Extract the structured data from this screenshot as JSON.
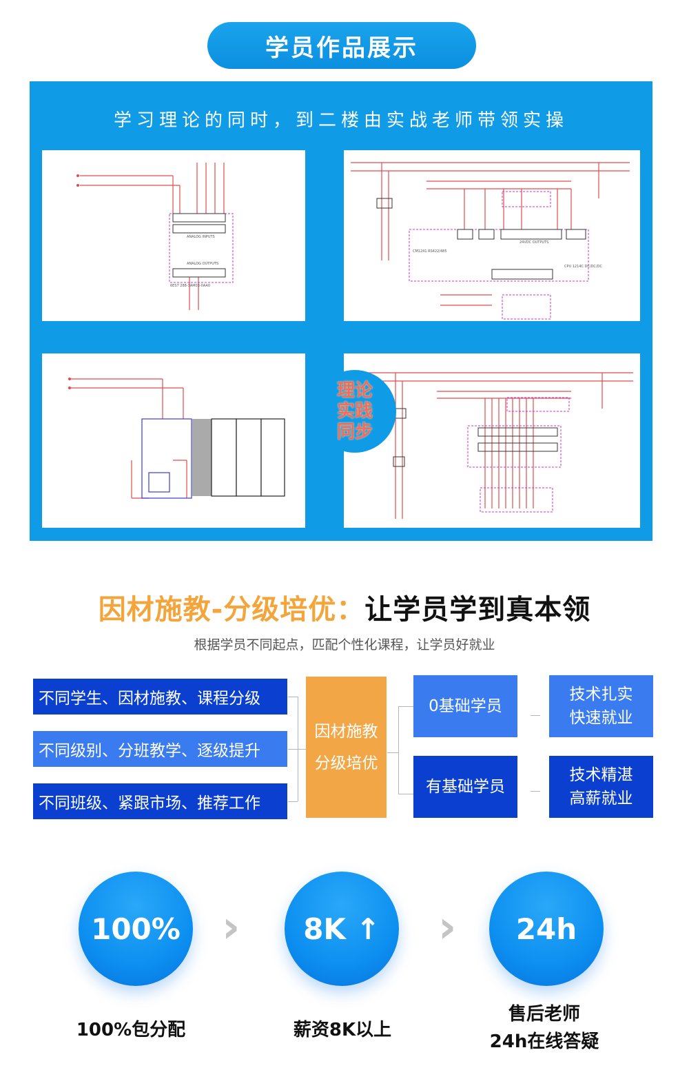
{
  "section1": {
    "title": "学员作品展示",
    "subtitle": "学习理论的同时，到二楼由实战老师带领实操",
    "badge": [
      "理论",
      "实践",
      "同步"
    ]
  },
  "section2": {
    "heading_orange": "因材施教-分级培优：",
    "heading_dark": "让学员学到真本领",
    "subtitle": "根据学员不同起点，匹配个性化课程，让学员好就业",
    "left_items": [
      "不同学生、因材施教、课程分级",
      "不同级别、分班教学、逐级提升",
      "不同班级、紧跟市场、推荐工作"
    ],
    "center_lines": [
      "因材施教",
      "分级培优"
    ],
    "students": [
      "0基础学员",
      "有基础学员"
    ],
    "outcomes": [
      [
        "技术扎实",
        "快速就业"
      ],
      [
        "技术精湛",
        "高薪就业"
      ]
    ]
  },
  "section3": {
    "stats": [
      {
        "value": "100%",
        "caption": [
          "100%包分配"
        ]
      },
      {
        "value": "8K ↑",
        "caption": [
          "薪资8K以上"
        ]
      },
      {
        "value": "24h",
        "caption": [
          "售后老师",
          "24h在线答疑"
        ]
      }
    ],
    "arrow_glyph": "›"
  },
  "colors": {
    "primary_blue": "#109be6",
    "dark_blue": "#0b3fd0",
    "light_blue": "#3a7cf0",
    "orange": "#f3a645",
    "badge_text": "#f26b5b"
  }
}
